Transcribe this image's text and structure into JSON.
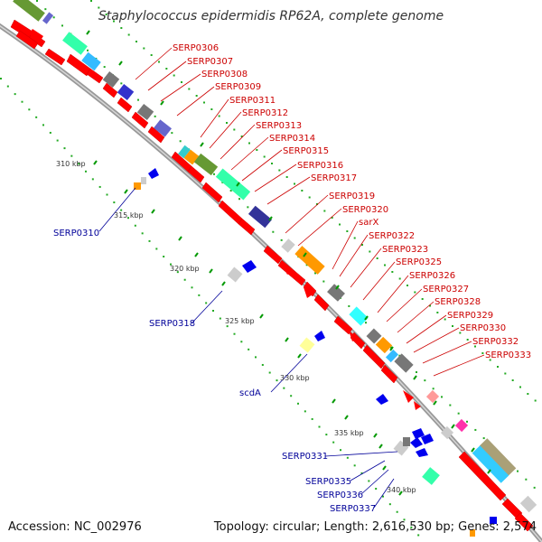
{
  "title": "Staphylococcus epidermidis RP62A, complete genome",
  "accession": "Accession: NC_002976",
  "topology": "Topology: circular; Length: 2,616,530 bp; Genes: 2,574",
  "colors": {
    "cds_forward": "#ff0000",
    "cds_reverse": "#0000ee",
    "label_forward": "#cc0000",
    "label_reverse": "#000099",
    "backbone": "#999999",
    "tick": "#00aa00"
  },
  "kbp_labels": [
    "310 kbp",
    "315 kbp",
    "320 kbp",
    "325 kbp",
    "330 kbp",
    "335 kbp",
    "340 kbp"
  ],
  "forward_labels": [
    "SERP0306",
    "SERP0307",
    "SERP0308",
    "SERP0309",
    "SERP0311",
    "SERP0312",
    "SERP0313",
    "SERP0314",
    "SERP0315",
    "SERP0316",
    "SERP0317",
    "SERP0319",
    "SERP0320",
    "sarX",
    "SERP0322",
    "SERP0323",
    "SERP0325",
    "SERP0326",
    "SERP0327",
    "SERP0328",
    "SERP0329",
    "SERP0330",
    "SERP0332",
    "SERP0333"
  ],
  "reverse_labels": [
    "SERP0310",
    "SERP0318",
    "scdA",
    "SERP0331",
    "SERP0335",
    "SERP0336",
    "SERP0337"
  ]
}
